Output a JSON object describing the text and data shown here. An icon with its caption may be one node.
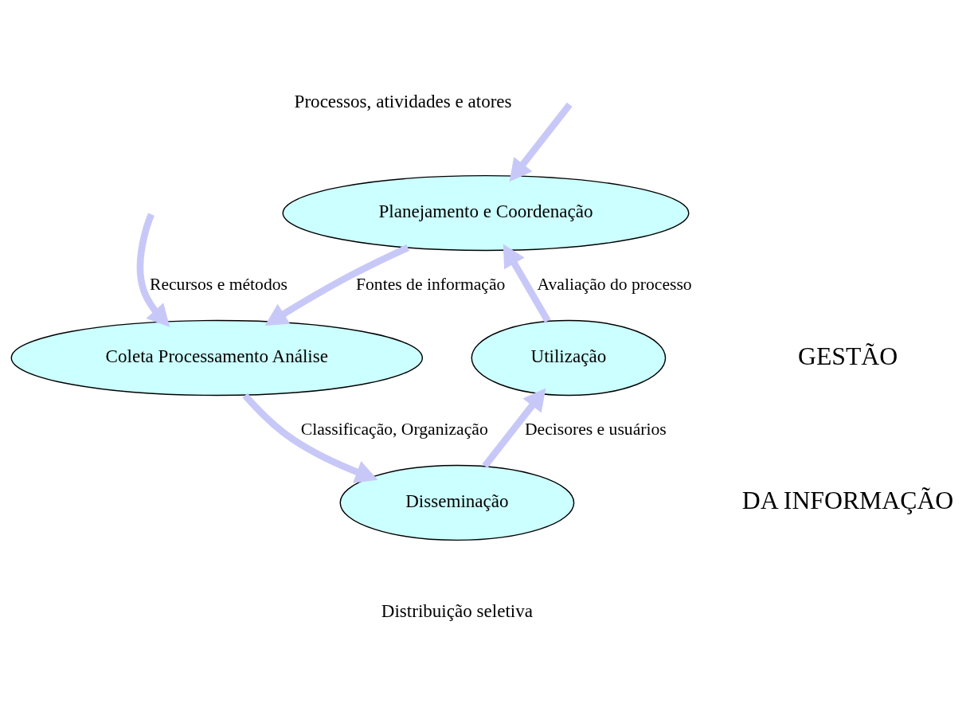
{
  "diagram": {
    "nodes": [
      {
        "text": [
          "Planejamento e Coordenação"
        ],
        "beside": [
          "Processos, atividades e atores"
        ]
      },
      {
        "text": [
          "Coleta Processamento Análise"
        ]
      },
      {
        "text": [
          "Disseminação"
        ],
        "beside": [
          "Distribuição seletiva"
        ]
      },
      {
        "text": [
          "Utilização"
        ]
      }
    ],
    "edges": [
      {
        "from": 0,
        "to": 1,
        "arrow": "to",
        "label": "Fontes de informação"
      },
      {
        "from": 1,
        "to": 2,
        "arrow": "to",
        "label": "Classificação, Organização"
      },
      {
        "from": 2,
        "to": 3,
        "arrow": "to",
        "label": "Decisores e usuários"
      },
      {
        "from": 3,
        "to": 0,
        "arrow": "to",
        "label": "Avaliação do processo"
      },
      {
        "from": null,
        "to": 0,
        "arrow": "to"
      },
      {
        "from": null,
        "to": 1,
        "arrow": "to",
        "label": "Recursos e métodos"
      }
    ],
    "labels": [
      "GESTÃO",
      "DA INFORMAÇÃO"
    ]
  }
}
